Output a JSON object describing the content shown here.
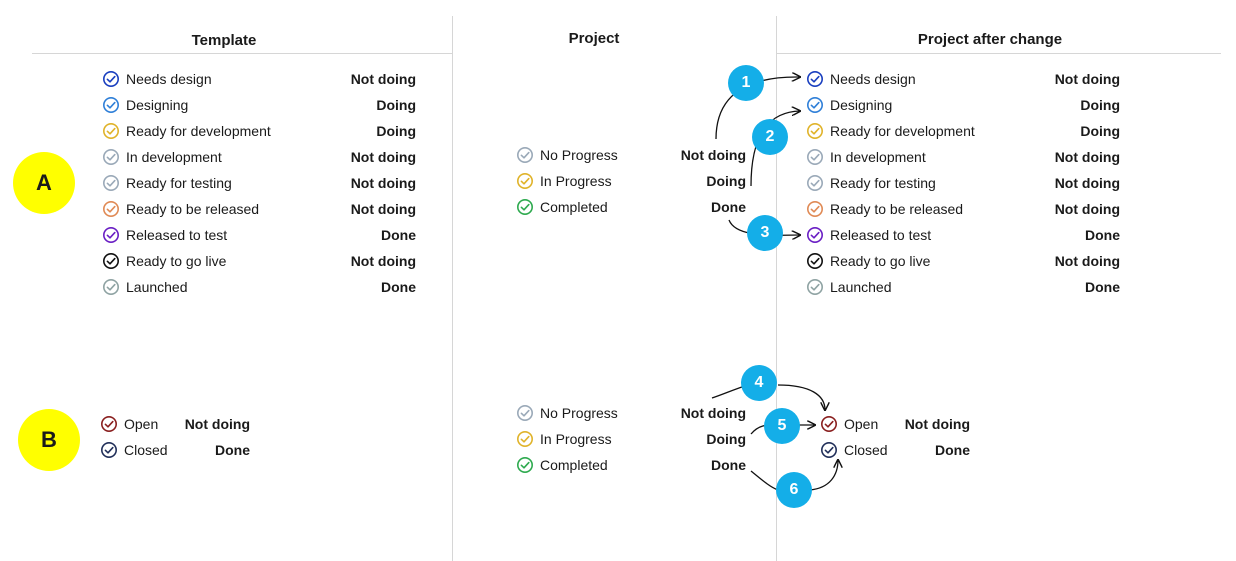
{
  "headers": {
    "template": "Template",
    "project": "Project",
    "after": "Project after change"
  },
  "markers": {
    "a": "A",
    "b": "B"
  },
  "colors": {
    "blue_dark": "#1a3fbf",
    "blue": "#2f7fd8",
    "yellow": "#e0b32a",
    "grey": "#9aa9b8",
    "orange": "#e08a55",
    "purple": "#6a1fc4",
    "black": "#111111",
    "grey_green": "#8fa3a3",
    "green": "#2eaa4f",
    "dark_red": "#8a2020",
    "navy": "#22305a",
    "badge": "#14aee8",
    "marker": "#ffff00"
  },
  "template_a": [
    {
      "label": "Needs design",
      "status": "Not doing",
      "color": "#1a3fbf"
    },
    {
      "label": "Designing",
      "status": "Doing",
      "color": "#2f7fd8"
    },
    {
      "label": "Ready for development",
      "status": "Doing",
      "color": "#e0b32a"
    },
    {
      "label": "In development",
      "status": "Not doing",
      "color": "#9aa9b8"
    },
    {
      "label": "Ready for testing",
      "status": "Not doing",
      "color": "#9aa9b8"
    },
    {
      "label": "Ready to be released",
      "status": "Not doing",
      "color": "#e08a55"
    },
    {
      "label": "Released to test",
      "status": "Done",
      "color": "#6a1fc4"
    },
    {
      "label": "Ready to go live",
      "status": "Not doing",
      "color": "#111111"
    },
    {
      "label": "Launched",
      "status": "Done",
      "color": "#8fa3a3"
    }
  ],
  "project_a": [
    {
      "label": "No Progress",
      "status": "Not doing",
      "color": "#9aa9b8"
    },
    {
      "label": "In Progress",
      "status": "Doing",
      "color": "#e0b32a"
    },
    {
      "label": "Completed",
      "status": "Done",
      "color": "#2eaa4f"
    }
  ],
  "after_a": [
    {
      "label": "Needs design",
      "status": "Not doing",
      "color": "#1a3fbf"
    },
    {
      "label": "Designing",
      "status": "Doing",
      "color": "#2f7fd8"
    },
    {
      "label": "Ready for development",
      "status": "Doing",
      "color": "#e0b32a"
    },
    {
      "label": "In development",
      "status": "Not doing",
      "color": "#9aa9b8"
    },
    {
      "label": "Ready for testing",
      "status": "Not doing",
      "color": "#9aa9b8"
    },
    {
      "label": "Ready to be released",
      "status": "Not doing",
      "color": "#e08a55"
    },
    {
      "label": "Released to test",
      "status": "Done",
      "color": "#6a1fc4"
    },
    {
      "label": "Ready to go live",
      "status": "Not doing",
      "color": "#111111"
    },
    {
      "label": "Launched",
      "status": "Done",
      "color": "#8fa3a3"
    }
  ],
  "template_b": [
    {
      "label": "Open",
      "status": "Not doing",
      "color": "#8a2020"
    },
    {
      "label": "Closed",
      "status": "Done",
      "color": "#22305a"
    }
  ],
  "project_b": [
    {
      "label": "No Progress",
      "status": "Not doing",
      "color": "#9aa9b8"
    },
    {
      "label": "In Progress",
      "status": "Doing",
      "color": "#e0b32a"
    },
    {
      "label": "Completed",
      "status": "Done",
      "color": "#2eaa4f"
    }
  ],
  "after_b": [
    {
      "label": "Open",
      "status": "Not doing",
      "color": "#8a2020"
    },
    {
      "label": "Closed",
      "status": "Done",
      "color": "#22305a"
    }
  ],
  "badges": [
    "1",
    "2",
    "3",
    "4",
    "5",
    "6"
  ]
}
